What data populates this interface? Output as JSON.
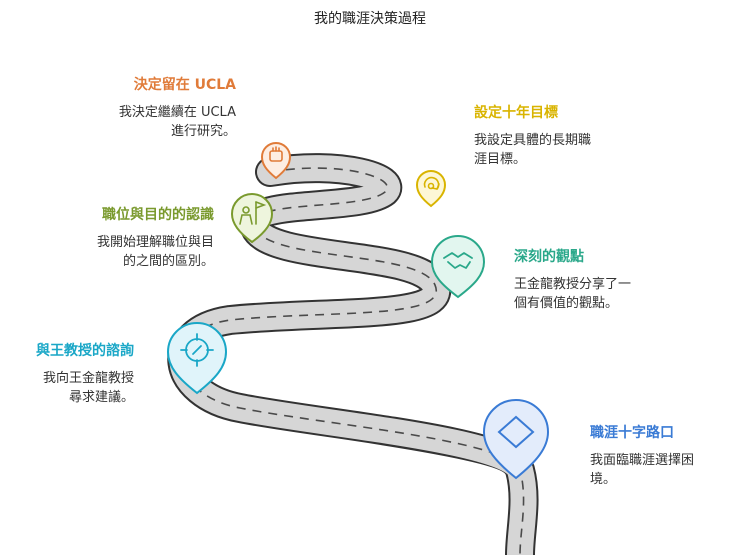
{
  "title": "我的職涯決策過程",
  "colors": {
    "road": "#bdbdbd",
    "road_edge": "#333333",
    "dash": "#555555",
    "orange": "#e07b39",
    "yellow": "#d9b400",
    "olive": "#7a9a2e",
    "teal": "#2aa88a",
    "cyan": "#1aa7c7",
    "blue": "#3a7bd5"
  },
  "milestones": [
    {
      "id": "ucla",
      "heading": "決定留在 UCLA",
      "desc": [
        "我決定繼續在 UCLA",
        "進行研究。"
      ],
      "color": "#e07b39",
      "icon": "fist-icon"
    },
    {
      "id": "goal",
      "heading": "設定十年目標",
      "desc": [
        "我設定具體的長期職",
        "涯目標。"
      ],
      "color": "#d9b400",
      "icon": "target-refresh-icon"
    },
    {
      "id": "purpose",
      "heading": "職位與目的的認識",
      "desc": [
        "我開始理解職位與目",
        "的之間的區別。"
      ],
      "color": "#7a9a2e",
      "icon": "person-flag-icon"
    },
    {
      "id": "insight",
      "heading": "深刻的觀點",
      "desc": [
        "王金龍教授分享了一",
        "個有價值的觀點。"
      ],
      "color": "#2aa88a",
      "icon": "handshake-icon"
    },
    {
      "id": "consult",
      "heading": "與王教授的諮詢",
      "desc": [
        "我向王金龍教授",
        "尋求建議。"
      ],
      "color": "#1aa7c7",
      "icon": "crosshair-icon"
    },
    {
      "id": "crossroad",
      "heading": "職涯十字路口",
      "desc": [
        "我面臨職涯選擇困",
        "境。"
      ],
      "color": "#3a7bd5",
      "icon": "diamond-icon"
    }
  ]
}
